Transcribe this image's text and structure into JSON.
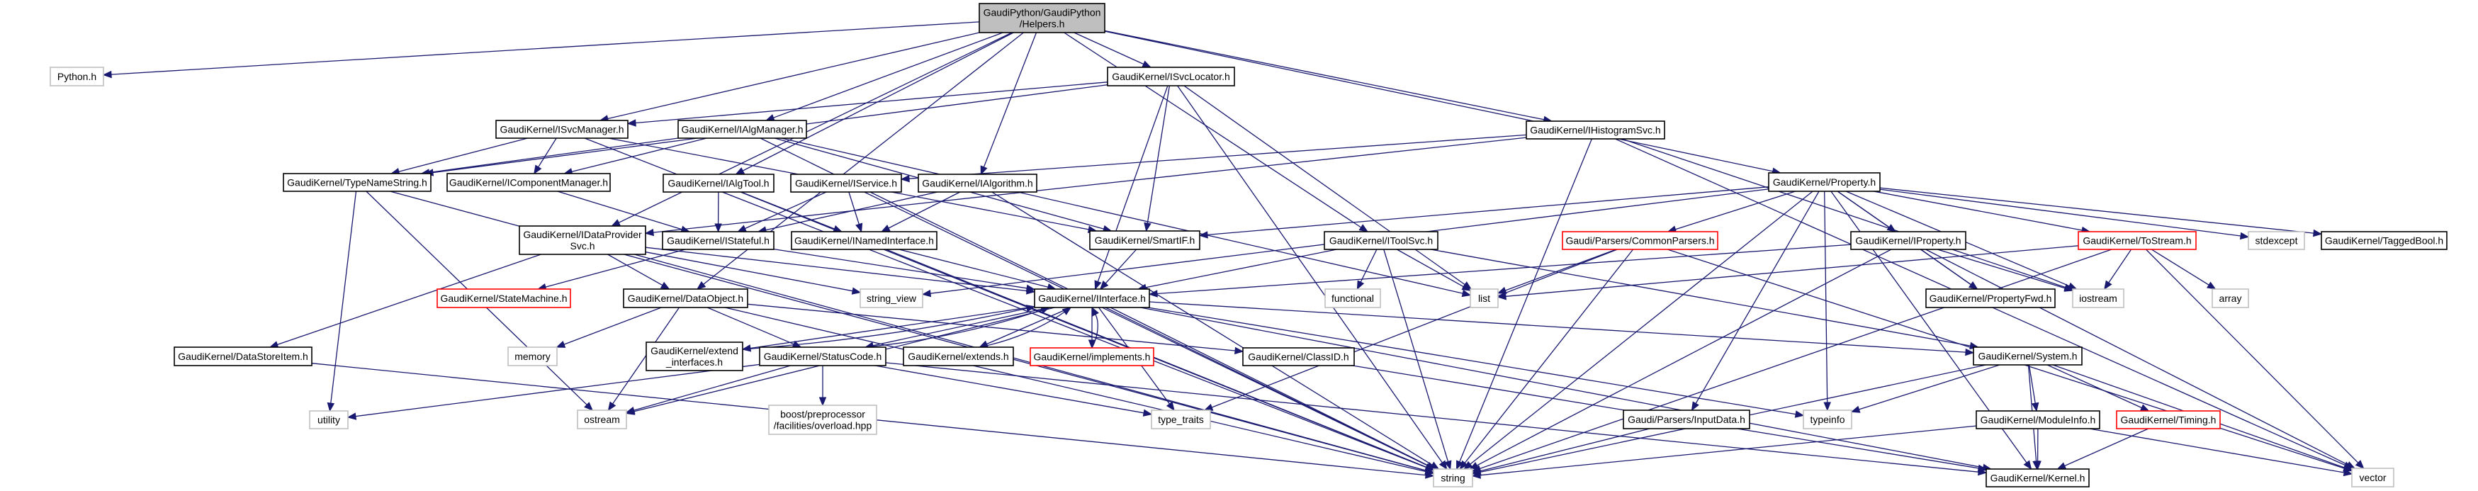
{
  "title": "GaudiPython/GaudiPython/Helpers.h include dependency graph",
  "colors": {
    "edge": "#191970",
    "root_fill": "#bfbfbf",
    "documented_border": "#000000",
    "external_border": "#bfbfbf",
    "truncated_border": "#ff0000"
  },
  "nodes": [
    {
      "id": "root",
      "lines": [
        "GaudiPython/GaudiPython",
        "/Helpers.h"
      ],
      "kind": "root"
    },
    {
      "id": "python",
      "lines": [
        "Python.h"
      ],
      "kind": "external"
    },
    {
      "id": "isvclocator",
      "lines": [
        "GaudiKernel/ISvcLocator.h"
      ],
      "kind": "documented"
    },
    {
      "id": "isvcmanager",
      "lines": [
        "GaudiKernel/ISvcManager.h"
      ],
      "kind": "documented"
    },
    {
      "id": "ialgmanager",
      "lines": [
        "GaudiKernel/IAlgManager.h"
      ],
      "kind": "documented"
    },
    {
      "id": "ihistogramsvc",
      "lines": [
        "GaudiKernel/IHistogramSvc.h"
      ],
      "kind": "documented"
    },
    {
      "id": "typenamestring",
      "lines": [
        "GaudiKernel/TypeNameString.h"
      ],
      "kind": "documented"
    },
    {
      "id": "icomponentmanager",
      "lines": [
        "GaudiKernel/IComponentManager.h"
      ],
      "kind": "documented"
    },
    {
      "id": "ialgtool",
      "lines": [
        "GaudiKernel/IAlgTool.h"
      ],
      "kind": "documented"
    },
    {
      "id": "iservice",
      "lines": [
        "GaudiKernel/IService.h"
      ],
      "kind": "documented"
    },
    {
      "id": "ialgorithm",
      "lines": [
        "GaudiKernel/IAlgorithm.h"
      ],
      "kind": "documented"
    },
    {
      "id": "property",
      "lines": [
        "GaudiKernel/Property.h"
      ],
      "kind": "documented"
    },
    {
      "id": "idataprovidersvc",
      "lines": [
        "GaudiKernel/IDataProvider",
        "Svc.h"
      ],
      "kind": "documented"
    },
    {
      "id": "istateful",
      "lines": [
        "GaudiKernel/IStateful.h"
      ],
      "kind": "documented"
    },
    {
      "id": "inamedinterface",
      "lines": [
        "GaudiKernel/INamedInterface.h"
      ],
      "kind": "documented"
    },
    {
      "id": "smartif",
      "lines": [
        "GaudiKernel/SmartIF.h"
      ],
      "kind": "documented"
    },
    {
      "id": "itoolsvc",
      "lines": [
        "GaudiKernel/IToolSvc.h"
      ],
      "kind": "documented"
    },
    {
      "id": "commonparsers",
      "lines": [
        "Gaudi/Parsers/CommonParsers.h"
      ],
      "kind": "truncated"
    },
    {
      "id": "iproperty",
      "lines": [
        "GaudiKernel/IProperty.h"
      ],
      "kind": "documented"
    },
    {
      "id": "tostream",
      "lines": [
        "GaudiKernel/ToStream.h"
      ],
      "kind": "truncated"
    },
    {
      "id": "stdexcept",
      "lines": [
        "stdexcept"
      ],
      "kind": "external"
    },
    {
      "id": "taggedbool",
      "lines": [
        "GaudiKernel/TaggedBool.h"
      ],
      "kind": "documented"
    },
    {
      "id": "statemachine",
      "lines": [
        "GaudiKernel/StateMachine.h"
      ],
      "kind": "truncated"
    },
    {
      "id": "dataobject",
      "lines": [
        "GaudiKernel/DataObject.h"
      ],
      "kind": "documented"
    },
    {
      "id": "string_view",
      "lines": [
        "string_view"
      ],
      "kind": "external"
    },
    {
      "id": "iinterface",
      "lines": [
        "GaudiKernel/IInterface.h"
      ],
      "kind": "documented"
    },
    {
      "id": "functional",
      "lines": [
        "functional"
      ],
      "kind": "external"
    },
    {
      "id": "list",
      "lines": [
        "list"
      ],
      "kind": "external"
    },
    {
      "id": "propertyfwd",
      "lines": [
        "GaudiKernel/PropertyFwd.h"
      ],
      "kind": "documented"
    },
    {
      "id": "iostream",
      "lines": [
        "iostream"
      ],
      "kind": "external"
    },
    {
      "id": "array",
      "lines": [
        "array"
      ],
      "kind": "external"
    },
    {
      "id": "datastoreitem",
      "lines": [
        "GaudiKernel/DataStoreItem.h"
      ],
      "kind": "documented"
    },
    {
      "id": "memory",
      "lines": [
        "memory"
      ],
      "kind": "external"
    },
    {
      "id": "extend_interfaces",
      "lines": [
        "GaudiKernel/extend",
        "_interfaces.h"
      ],
      "kind": "documented"
    },
    {
      "id": "statuscode",
      "lines": [
        "GaudiKernel/StatusCode.h"
      ],
      "kind": "documented"
    },
    {
      "id": "extends",
      "lines": [
        "GaudiKernel/extends.h"
      ],
      "kind": "documented"
    },
    {
      "id": "implements",
      "lines": [
        "GaudiKernel/implements.h"
      ],
      "kind": "truncated"
    },
    {
      "id": "classid",
      "lines": [
        "GaudiKernel/ClassID.h"
      ],
      "kind": "documented"
    },
    {
      "id": "system",
      "lines": [
        "GaudiKernel/System.h"
      ],
      "kind": "documented"
    },
    {
      "id": "utility",
      "lines": [
        "utility"
      ],
      "kind": "external"
    },
    {
      "id": "ostream",
      "lines": [
        "ostream"
      ],
      "kind": "external"
    },
    {
      "id": "boost_overload",
      "lines": [
        "boost/preprocessor",
        "/facilities/overload.hpp"
      ],
      "kind": "external"
    },
    {
      "id": "type_traits",
      "lines": [
        "type_traits"
      ],
      "kind": "external"
    },
    {
      "id": "inputdata",
      "lines": [
        "Gaudi/Parsers/InputData.h"
      ],
      "kind": "documented"
    },
    {
      "id": "typeinfo",
      "lines": [
        "typeinfo"
      ],
      "kind": "external"
    },
    {
      "id": "moduleinfo",
      "lines": [
        "GaudiKernel/ModuleInfo.h"
      ],
      "kind": "documented"
    },
    {
      "id": "timing",
      "lines": [
        "GaudiKernel/Timing.h"
      ],
      "kind": "truncated"
    },
    {
      "id": "string",
      "lines": [
        "string"
      ],
      "kind": "external"
    },
    {
      "id": "kernel",
      "lines": [
        "GaudiKernel/Kernel.h"
      ],
      "kind": "documented"
    },
    {
      "id": "vector",
      "lines": [
        "vector"
      ],
      "kind": "external"
    }
  ],
  "edges": [
    [
      "root",
      "python"
    ],
    [
      "root",
      "isvclocator"
    ],
    [
      "root",
      "ialgmanager"
    ],
    [
      "root",
      "ialgtool"
    ],
    [
      "root",
      "ialgorithm"
    ],
    [
      "root",
      "ihistogramsvc"
    ],
    [
      "root",
      "property"
    ],
    [
      "root",
      "itoolsvc"
    ],
    [
      "root",
      "idataprovidersvc"
    ],
    [
      "root",
      "dataobject"
    ],
    [
      "root",
      "isvcmanager"
    ],
    [
      "isvclocator",
      "isvcmanager"
    ],
    [
      "isvclocator",
      "typenamestring"
    ],
    [
      "isvclocator",
      "smartif"
    ],
    [
      "isvclocator",
      "iinterface"
    ],
    [
      "isvclocator",
      "list"
    ],
    [
      "isvclocator",
      "string"
    ],
    [
      "isvcmanager",
      "typenamestring"
    ],
    [
      "isvcmanager",
      "icomponentmanager"
    ],
    [
      "isvcmanager",
      "smartif"
    ],
    [
      "isvcmanager",
      "string"
    ],
    [
      "ialgmanager",
      "typenamestring"
    ],
    [
      "ialgmanager",
      "icomponentmanager"
    ],
    [
      "ialgmanager",
      "smartif"
    ],
    [
      "ialgmanager",
      "list"
    ],
    [
      "ialgmanager",
      "string"
    ],
    [
      "ihistogramsvc",
      "iservice"
    ],
    [
      "ihistogramsvc",
      "idataprovidersvc"
    ],
    [
      "ihistogramsvc",
      "string"
    ],
    [
      "ihistogramsvc",
      "iostream"
    ],
    [
      "ihistogramsvc",
      "vector"
    ],
    [
      "typenamestring",
      "utility"
    ],
    [
      "typenamestring",
      "ostream"
    ],
    [
      "typenamestring",
      "string"
    ],
    [
      "icomponentmanager",
      "istateful"
    ],
    [
      "ialgtool",
      "istateful"
    ],
    [
      "ialgtool",
      "inamedinterface"
    ],
    [
      "ialgtool",
      "string"
    ],
    [
      "iservice",
      "istateful"
    ],
    [
      "iservice",
      "inamedinterface"
    ],
    [
      "iservice",
      "string"
    ],
    [
      "ialgorithm",
      "istateful"
    ],
    [
      "ialgorithm",
      "inamedinterface"
    ],
    [
      "ialgorithm",
      "string"
    ],
    [
      "property",
      "smartif"
    ],
    [
      "property",
      "commonparsers"
    ],
    [
      "property",
      "iproperty"
    ],
    [
      "property",
      "propertyfwd"
    ],
    [
      "property",
      "tostream"
    ],
    [
      "property",
      "stdexcept"
    ],
    [
      "property",
      "taggedbool"
    ],
    [
      "property",
      "inputdata"
    ],
    [
      "property",
      "typeinfo"
    ],
    [
      "property",
      "string"
    ],
    [
      "property",
      "kernel"
    ],
    [
      "property",
      "string_view"
    ],
    [
      "property",
      "iostream"
    ],
    [
      "idataprovidersvc",
      "dataobject"
    ],
    [
      "idataprovidersvc",
      "datastoreitem"
    ],
    [
      "idataprovidersvc",
      "iinterface"
    ],
    [
      "idataprovidersvc",
      "string"
    ],
    [
      "idataprovidersvc",
      "string_view"
    ],
    [
      "istateful",
      "statemachine"
    ],
    [
      "istateful",
      "iinterface"
    ],
    [
      "inamedinterface",
      "iinterface"
    ],
    [
      "inamedinterface",
      "string"
    ],
    [
      "smartif",
      "iinterface"
    ],
    [
      "itoolsvc",
      "iinterface"
    ],
    [
      "itoolsvc",
      "functional"
    ],
    [
      "itoolsvc",
      "list"
    ],
    [
      "itoolsvc",
      "string"
    ],
    [
      "itoolsvc",
      "system"
    ],
    [
      "commonparsers",
      "list"
    ],
    [
      "commonparsers",
      "string"
    ],
    [
      "commonparsers",
      "vector"
    ],
    [
      "commonparsers",
      "type_traits"
    ],
    [
      "iproperty",
      "iinterface"
    ],
    [
      "iproperty",
      "propertyfwd"
    ],
    [
      "iproperty",
      "iostream"
    ],
    [
      "iproperty",
      "string"
    ],
    [
      "iproperty",
      "vector"
    ],
    [
      "tostream",
      "iostream"
    ],
    [
      "tostream",
      "array"
    ],
    [
      "tostream",
      "list"
    ],
    [
      "tostream",
      "string"
    ],
    [
      "tostream",
      "vector"
    ],
    [
      "dataobject",
      "statuscode"
    ],
    [
      "dataobject",
      "classid"
    ],
    [
      "dataobject",
      "memory"
    ],
    [
      "dataobject",
      "ostream"
    ],
    [
      "dataobject",
      "string"
    ],
    [
      "datastoreitem",
      "string"
    ],
    [
      "iinterface",
      "extend_interfaces"
    ],
    [
      "iinterface",
      "statuscode"
    ],
    [
      "iinterface",
      "extends"
    ],
    [
      "iinterface",
      "implements"
    ],
    [
      "iinterface",
      "system"
    ],
    [
      "iinterface",
      "kernel"
    ],
    [
      "iinterface",
      "type_traits"
    ],
    [
      "iinterface",
      "typeinfo"
    ],
    [
      "iinterface",
      "ostream"
    ],
    [
      "iinterface",
      "string"
    ],
    [
      "extend_interfaces",
      "iinterface"
    ],
    [
      "extends",
      "iinterface"
    ],
    [
      "implements",
      "iinterface"
    ],
    [
      "statuscode",
      "boost_overload"
    ],
    [
      "statuscode",
      "ostream"
    ],
    [
      "statuscode",
      "type_traits"
    ],
    [
      "statuscode",
      "utility"
    ],
    [
      "statuscode",
      "kernel"
    ],
    [
      "statuscode",
      "iinterface"
    ],
    [
      "classid",
      "kernel"
    ],
    [
      "system",
      "moduleinfo"
    ],
    [
      "system",
      "timing"
    ],
    [
      "system",
      "kernel"
    ],
    [
      "system",
      "typeinfo"
    ],
    [
      "system",
      "string"
    ],
    [
      "system",
      "vector"
    ],
    [
      "moduleinfo",
      "kernel"
    ],
    [
      "moduleinfo",
      "string"
    ],
    [
      "moduleinfo",
      "vector"
    ],
    [
      "timing",
      "kernel"
    ],
    [
      "inputdata",
      "string"
    ]
  ]
}
